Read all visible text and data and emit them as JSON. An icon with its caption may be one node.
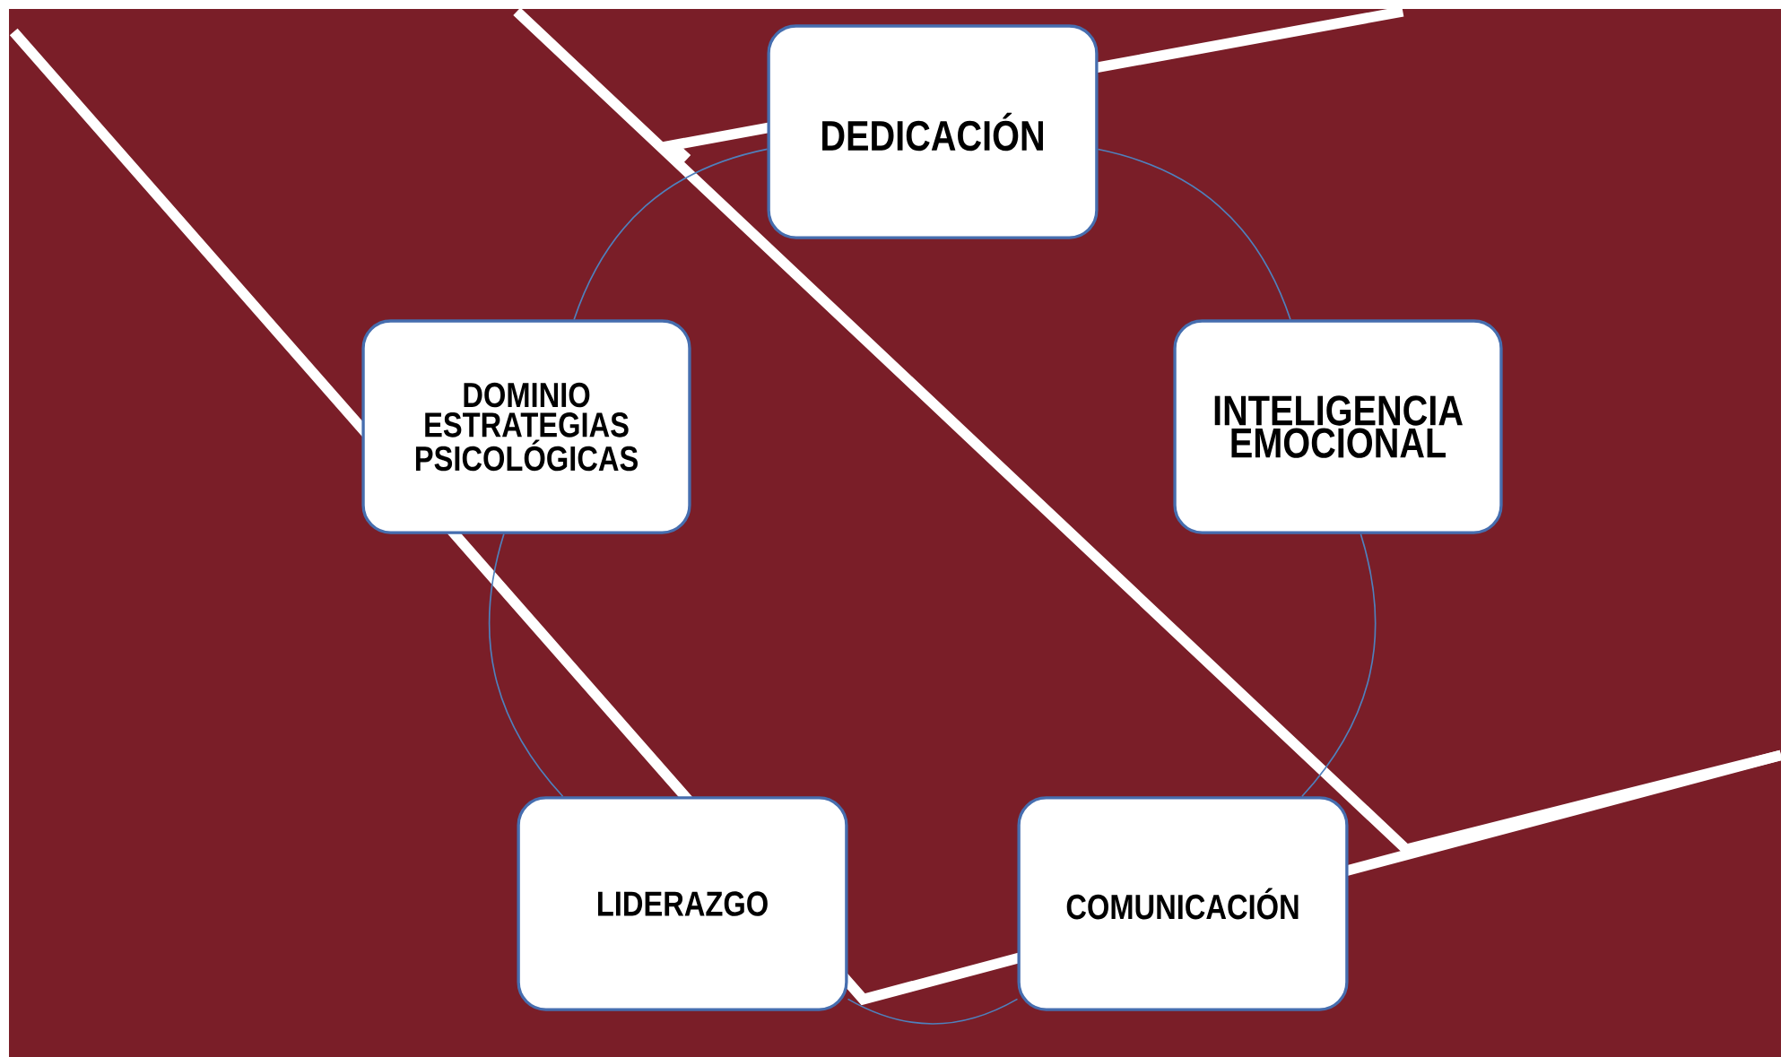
{
  "diagram": {
    "nodes": [
      {
        "text": [
          "DEDICACIÓN"
        ]
      },
      {
        "text": [
          "INTELIGENCIA EMOCIONAL"
        ]
      },
      {
        "text": [
          "COMUNICACIÓN"
        ]
      },
      {
        "text": [
          "LIDERAZGO"
        ]
      },
      {
        "text": [
          "DOMINIO ESTRATEGIAS PSICOLÓGICAS"
        ]
      }
    ],
    "edges": [
      {
        "from": 0,
        "to": 1,
        "arrow": "none"
      },
      {
        "from": 1,
        "to": 2,
        "arrow": "none"
      },
      {
        "from": 2,
        "to": 3,
        "arrow": "none"
      },
      {
        "from": 3,
        "to": 4,
        "arrow": "none"
      },
      {
        "from": 4,
        "to": 0,
        "arrow": "none"
      }
    ]
  }
}
